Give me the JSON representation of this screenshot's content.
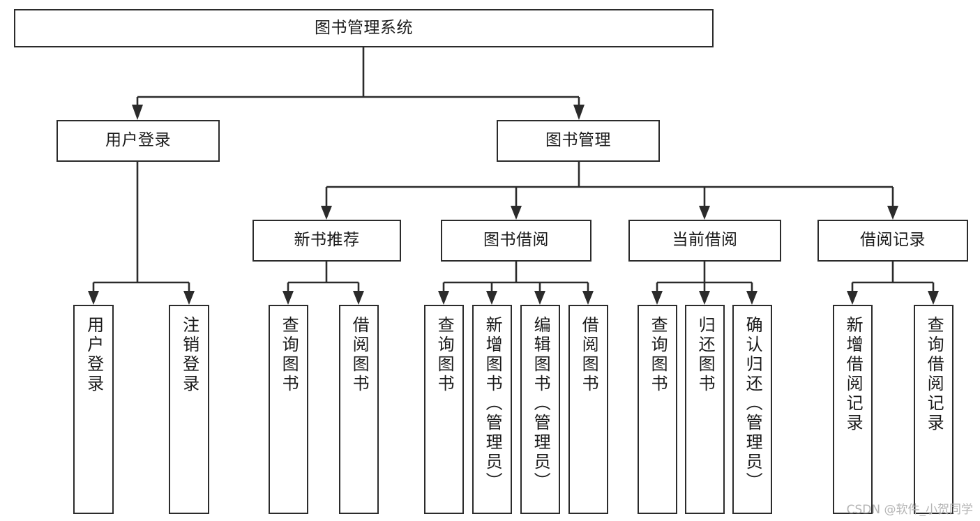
{
  "diagram": {
    "title": "图书管理系统",
    "type": "tree-hierarchy",
    "colors": {
      "background": "#ffffff",
      "node_border": "#2b2b2b",
      "node_fill": "#ffffff",
      "connector": "#2b2b2b",
      "text": "#1a1a1a",
      "watermark": "#b4b4b4"
    }
  },
  "root": {
    "label": "图书管理系统"
  },
  "level2": [
    {
      "label": "用户登录"
    },
    {
      "label": "图书管理"
    }
  ],
  "level3": [
    {
      "label": "新书推荐"
    },
    {
      "label": "图书借阅"
    },
    {
      "label": "当前借阅"
    },
    {
      "label": "借阅记录"
    }
  ],
  "leaves": {
    "user_login": [
      {
        "label": "用户登录"
      },
      {
        "label": "注销登录"
      }
    ],
    "new_book_recommend": [
      {
        "label": "查询图书"
      },
      {
        "label": "借阅图书"
      }
    ],
    "book_borrow": [
      {
        "label": "查询图书"
      },
      {
        "label": "新增图书（管理员）"
      },
      {
        "label": "编辑图书（管理员）"
      },
      {
        "label": "借阅图书"
      }
    ],
    "current_borrow": [
      {
        "label": "查询图书"
      },
      {
        "label": "归还图书"
      },
      {
        "label": "确认归还（管理员）"
      }
    ],
    "borrow_record": [
      {
        "label": "新增借阅记录"
      },
      {
        "label": "查询借阅记录"
      }
    ]
  },
  "watermark": {
    "text": "CSDN @软件_小贺同学"
  }
}
